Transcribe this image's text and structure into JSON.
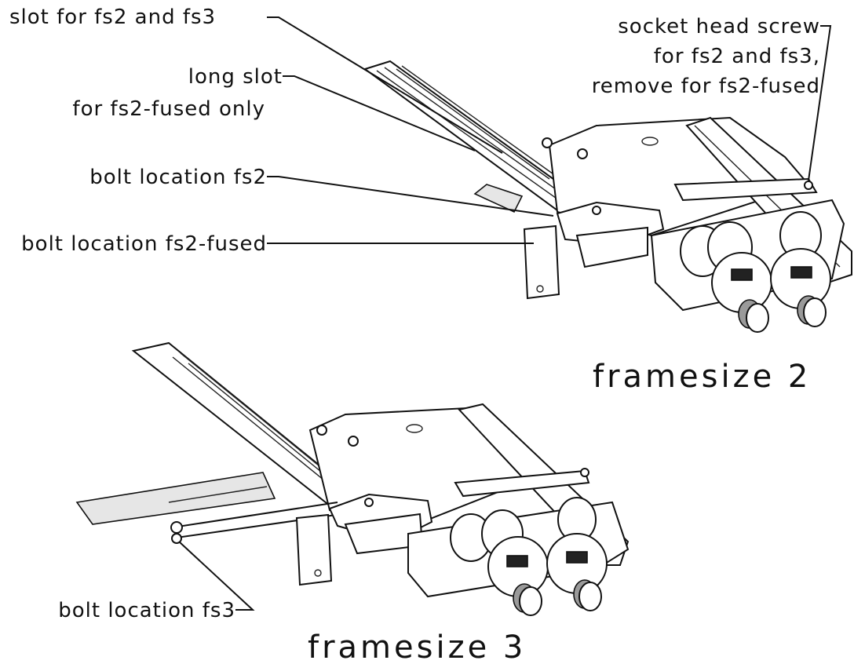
{
  "labels": {
    "slot_fs2_fs3": "slot for fs2 and fs3",
    "long_slot_line1": "long slot",
    "long_slot_line2": "for fs2-fused only",
    "bolt_fs2": "bolt location fs2",
    "bolt_fs2_fused": "bolt location fs2-fused",
    "screw_line1": "socket head screw",
    "screw_line2": "for fs2 and fs3,",
    "screw_line3": "remove for fs2-fused",
    "bolt_fs3": "bolt location fs3"
  },
  "captions": {
    "framesize2": "framesize 2",
    "framesize3": "framesize 3"
  }
}
